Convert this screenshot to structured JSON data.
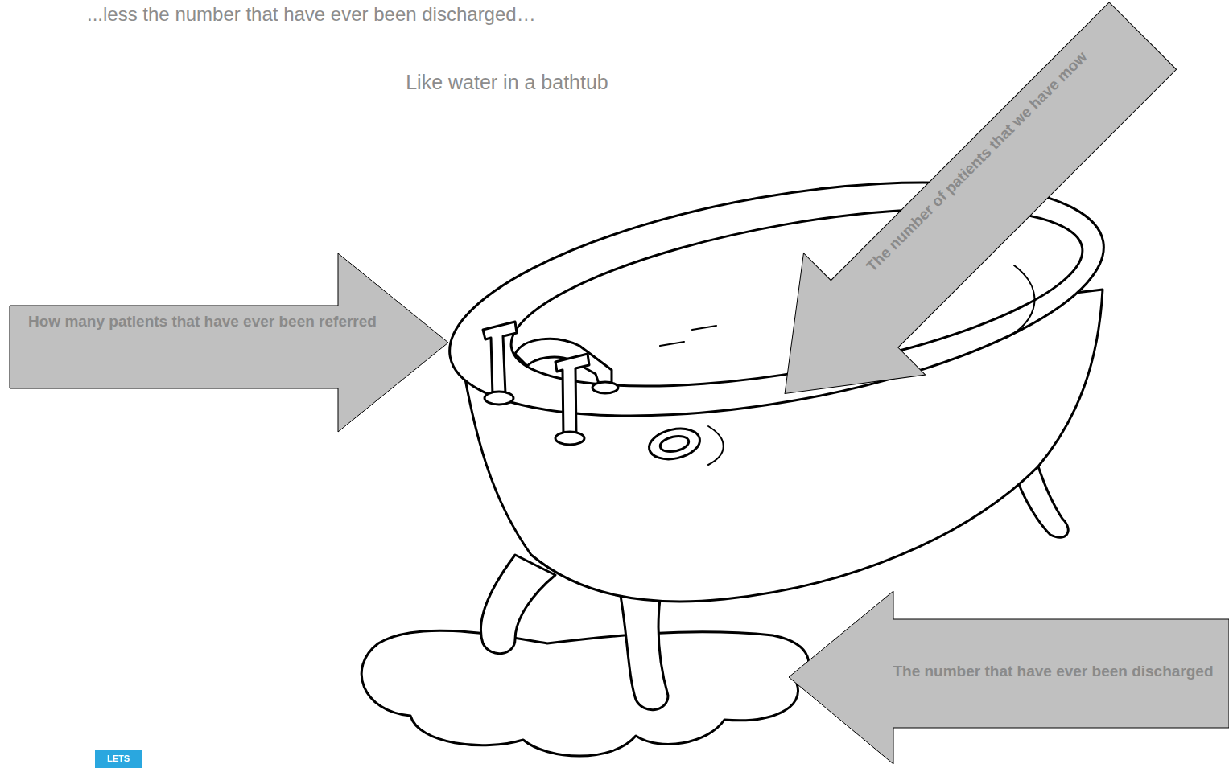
{
  "diagram": {
    "title": "...less the number that have ever been discharged…",
    "nodes": [
      {
        "text": [
          "How many patients that have ever been referred"
        ]
      },
      {
        "text": [
          "The number of patients that we have mow"
        ]
      },
      {
        "text": [
          "The number that have ever been discharged"
        ]
      }
    ],
    "labels": [
      "Like water in a bathtub",
      "LETS"
    ]
  }
}
